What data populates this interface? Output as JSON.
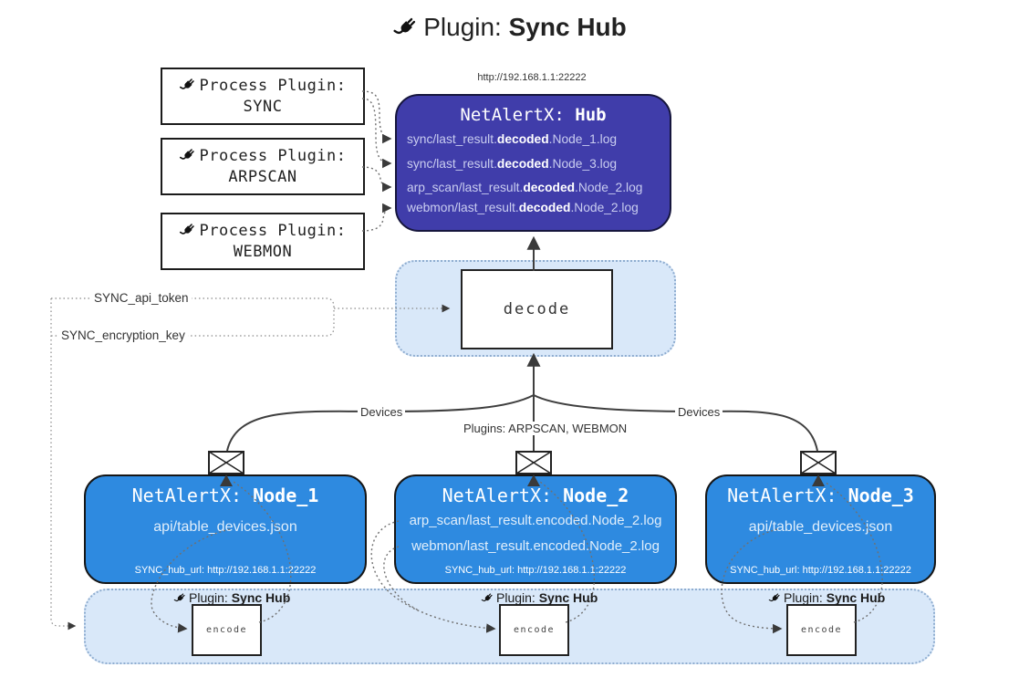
{
  "title": {
    "prefix": "Plugin: ",
    "name": "Sync Hub"
  },
  "process_plugins": [
    {
      "label": "Process Plugin:",
      "name": "SYNC"
    },
    {
      "label": "Process Plugin:",
      "name": "ARPSCAN"
    },
    {
      "label": "Process Plugin:",
      "name": "WEBMON"
    }
  ],
  "hub": {
    "url": "http://192.168.1.1:22222",
    "title_prefix": "NetAlertX: ",
    "title_name": "Hub",
    "logs": [
      {
        "pre": "sync/last_result.",
        "bold": "decoded",
        "post": ".Node_1.log"
      },
      {
        "pre": "sync/last_result.",
        "bold": "decoded",
        "post": ".Node_3.log"
      },
      {
        "pre": "arp_scan/last_result.",
        "bold": "decoded",
        "post": ".Node_2.log"
      },
      {
        "pre": "webmon/last_result.",
        "bold": "decoded",
        "post": ".Node_2.log"
      }
    ]
  },
  "decode_label": "decode",
  "config": {
    "api_token": "SYNC_api_token",
    "encryption_key": "SYNC_encryption_key"
  },
  "edge_labels": {
    "devices_left": "Devices",
    "plugins_center": "Plugins: ARPSCAN, WEBMON",
    "devices_right": "Devices"
  },
  "nodes": [
    {
      "title_prefix": "NetAlertX: ",
      "title_name": "Node_1",
      "file1": "api/table_devices.json",
      "file2": "",
      "hub_url": "SYNC_hub_url: http://192.168.1.1:22222"
    },
    {
      "title_prefix": "NetAlertX: ",
      "title_name": "Node_2",
      "file1": "arp_scan/last_result.encoded.Node_2.log",
      "file2": "webmon/last_result.encoded.Node_2.log",
      "hub_url": "SYNC_hub_url: http://192.168.1.1:22222"
    },
    {
      "title_prefix": "NetAlertX: ",
      "title_name": "Node_3",
      "file1": "api/table_devices.json",
      "file2": "",
      "hub_url": "SYNC_hub_url: http://192.168.1.1:22222"
    }
  ],
  "encode_sections": [
    {
      "label_prefix": "Plugin: ",
      "label_name": "Sync Hub",
      "box_label": "encode"
    },
    {
      "label_prefix": "Plugin: ",
      "label_name": "Sync Hub",
      "box_label": "encode"
    },
    {
      "label_prefix": "Plugin: ",
      "label_name": "Sync Hub",
      "box_label": "encode"
    }
  ],
  "colors": {
    "hub_fill": "#403daa",
    "node_fill": "#2e8ae0",
    "panel_fill": "#d9e8f9",
    "panel_border": "#8fadd0"
  }
}
